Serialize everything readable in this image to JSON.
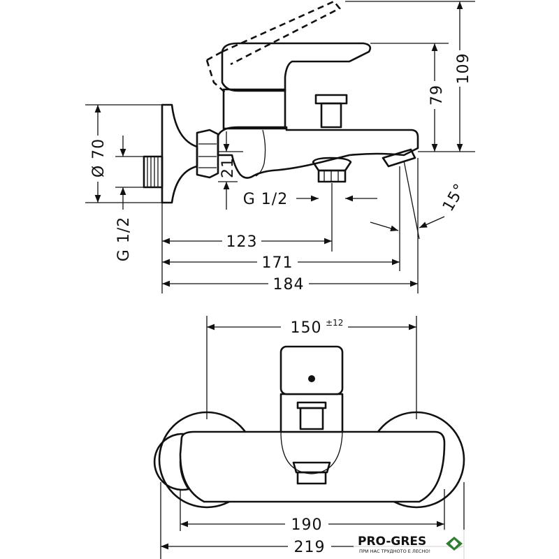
{
  "side_view": {
    "dims": {
      "height_total": "109",
      "height_outlet": "79",
      "rosette_diameter": "Ø 70",
      "offset": "21",
      "inlet_thread": "G 1/2",
      "outlet_thread": "G 1/2",
      "angle": "15°",
      "len_123": "123",
      "len_171": "171",
      "len_184": "184"
    }
  },
  "front_view": {
    "dims": {
      "centers": "150",
      "centers_tolerance": "±12",
      "width_190": "190",
      "width_219": "219"
    }
  },
  "watermark": {
    "brand": "PRO-GRES",
    "tagline": "ПРИ НАС ТРУДНОТО Е ЛЕСНО!",
    "brand_color": "#2e7d32"
  }
}
